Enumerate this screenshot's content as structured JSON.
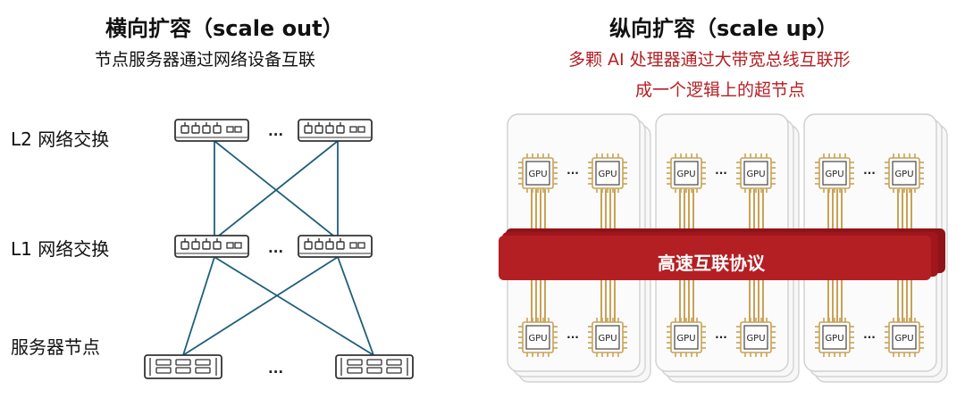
{
  "left": {
    "title": "横向扩容（scale out）",
    "subtitle": "节点服务器通过网络设备互联",
    "row_labels": [
      "L2 网络交换",
      "L1 网络交换",
      "服务器节点"
    ],
    "ellipsis": "..."
  },
  "right": {
    "title": "纵向扩容（scale up）",
    "subtitle_line1": "多颗 AI 处理器通过大带宽总线互联形",
    "subtitle_line2": "成一个逻辑上的超节点",
    "chip_label": "GPU",
    "bus_label": "高速互联协议",
    "ellipsis": "···"
  },
  "colors": {
    "accent_red": "#b41f24",
    "link_blue": "#1f5f7a",
    "chip_gold": "#c9a256"
  }
}
